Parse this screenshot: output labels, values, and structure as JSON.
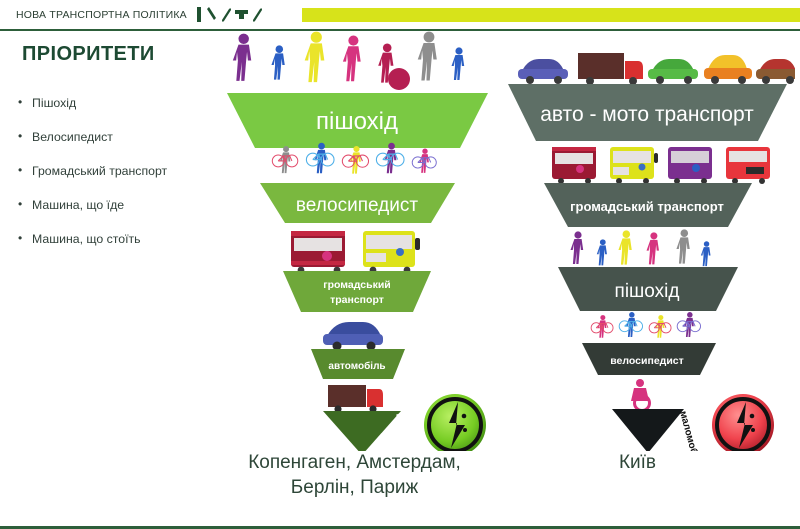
{
  "header": {
    "title": "НОВА ТРАНСПОРТНА ПОЛІТИКА",
    "icons": [
      "pedestrian-icon",
      "cyclist-icon",
      "bus-icon",
      "tram-icon",
      "car-icon"
    ],
    "bar_color": "#d7e31a",
    "rule_color": "#2d5e3a",
    "text_color": "#2b3f33"
  },
  "sidebar": {
    "title": "ПРІОРИТЕТИ",
    "title_color": "#1d4a33",
    "items": [
      {
        "label": "Пішохід"
      },
      {
        "label": "Велосипедист"
      },
      {
        "label": "Громадський транспорт"
      },
      {
        "label": "Машина, що їде"
      },
      {
        "label": "Машина, що стоїть"
      }
    ]
  },
  "diagram": {
    "left": {
      "caption": "Копенгаген, Амстердам,\nБерлін, Париж",
      "badge": {
        "name": "green-priority-badge",
        "color": "#7ac943"
      },
      "levels": [
        {
          "label": "пішохід",
          "band_color": "#7ac943",
          "text_color": "#ffffff",
          "font_size": 20,
          "icons": "pedestrians",
          "icon_colors": [
            "#7b2f8f",
            "#2b5fc4",
            "#eae42a",
            "#d6337f",
            "#b51f52",
            "#8e8e8e",
            "#2b5fc4"
          ]
        },
        {
          "label": "велосипедист",
          "band_color": "#7ab83f",
          "text_color": "#ffffff",
          "font_size": 16,
          "icons": "cyclists",
          "icon_colors": [
            "#8e8e8e",
            "#2b5fc4",
            "#eae42a",
            "#7b2f8f",
            "#d6337f"
          ]
        },
        {
          "label": "громадський\nтранспорт",
          "band_color": "#6fa83a",
          "text_color": "#ffffff",
          "font_size": 9,
          "icons": "transit",
          "icon_colors": [
            "#9b1a33",
            "#dde21a"
          ]
        },
        {
          "label": "автомобіль",
          "band_color": "#588a2e",
          "text_color": "#ffffff",
          "font_size": 8.5,
          "icons": "car",
          "icon_colors": [
            "#3a4d9e"
          ]
        },
        {
          "label": "вантажівки",
          "band_color": "#3d6b22",
          "text_color": "#ffffff",
          "font_size": 8,
          "icons": "truck",
          "icon_colors": [
            "#5a2f2a",
            "#d93030"
          ],
          "vertical": true
        }
      ]
    },
    "right": {
      "caption": "Київ",
      "badge": {
        "name": "red-priority-badge",
        "color": "#e8434a"
      },
      "levels": [
        {
          "label": "авто - мото транспорт",
          "band_color": "#5e6f66",
          "text_color": "#ffffff",
          "font_size": 18,
          "icons": "cars",
          "icon_colors": [
            "#4b4fa0",
            "#5a2f2a",
            "#d93030",
            "#46a83c",
            "#e98020",
            "#b5342f"
          ]
        },
        {
          "label": "громадський транспорт",
          "band_color": "#53625a",
          "text_color": "#ffffff",
          "font_size": 11,
          "icons": "buses",
          "icon_colors": [
            "#9b1a33",
            "#dde21a",
            "#7b2f8f",
            "#e8353c"
          ]
        },
        {
          "label": "пішохід",
          "band_color": "#46534c",
          "text_color": "#ffffff",
          "font_size": 16,
          "icons": "pedestrians",
          "icon_colors": [
            "#7b2f8f",
            "#2b5fc4",
            "#eae42a",
            "#d6337f",
            "#8e8e8e",
            "#2b5fc4"
          ]
        },
        {
          "label": "велосипедист",
          "band_color": "#333b36",
          "text_color": "#ffffff",
          "font_size": 9,
          "icons": "cyclists",
          "icon_colors": [
            "#d6337f",
            "#2b5fc4",
            "#eae42a",
            "#7b2f8f"
          ]
        },
        {
          "label": "маломобільні",
          "band_color": "#14181a",
          "text_color": "#ffffff",
          "font_size": 8,
          "icons": "wheelchair",
          "icon_colors": [
            "#d6337f"
          ],
          "vertical": true
        }
      ]
    }
  },
  "caption_color": "#2e4638",
  "background": "#ffffff"
}
